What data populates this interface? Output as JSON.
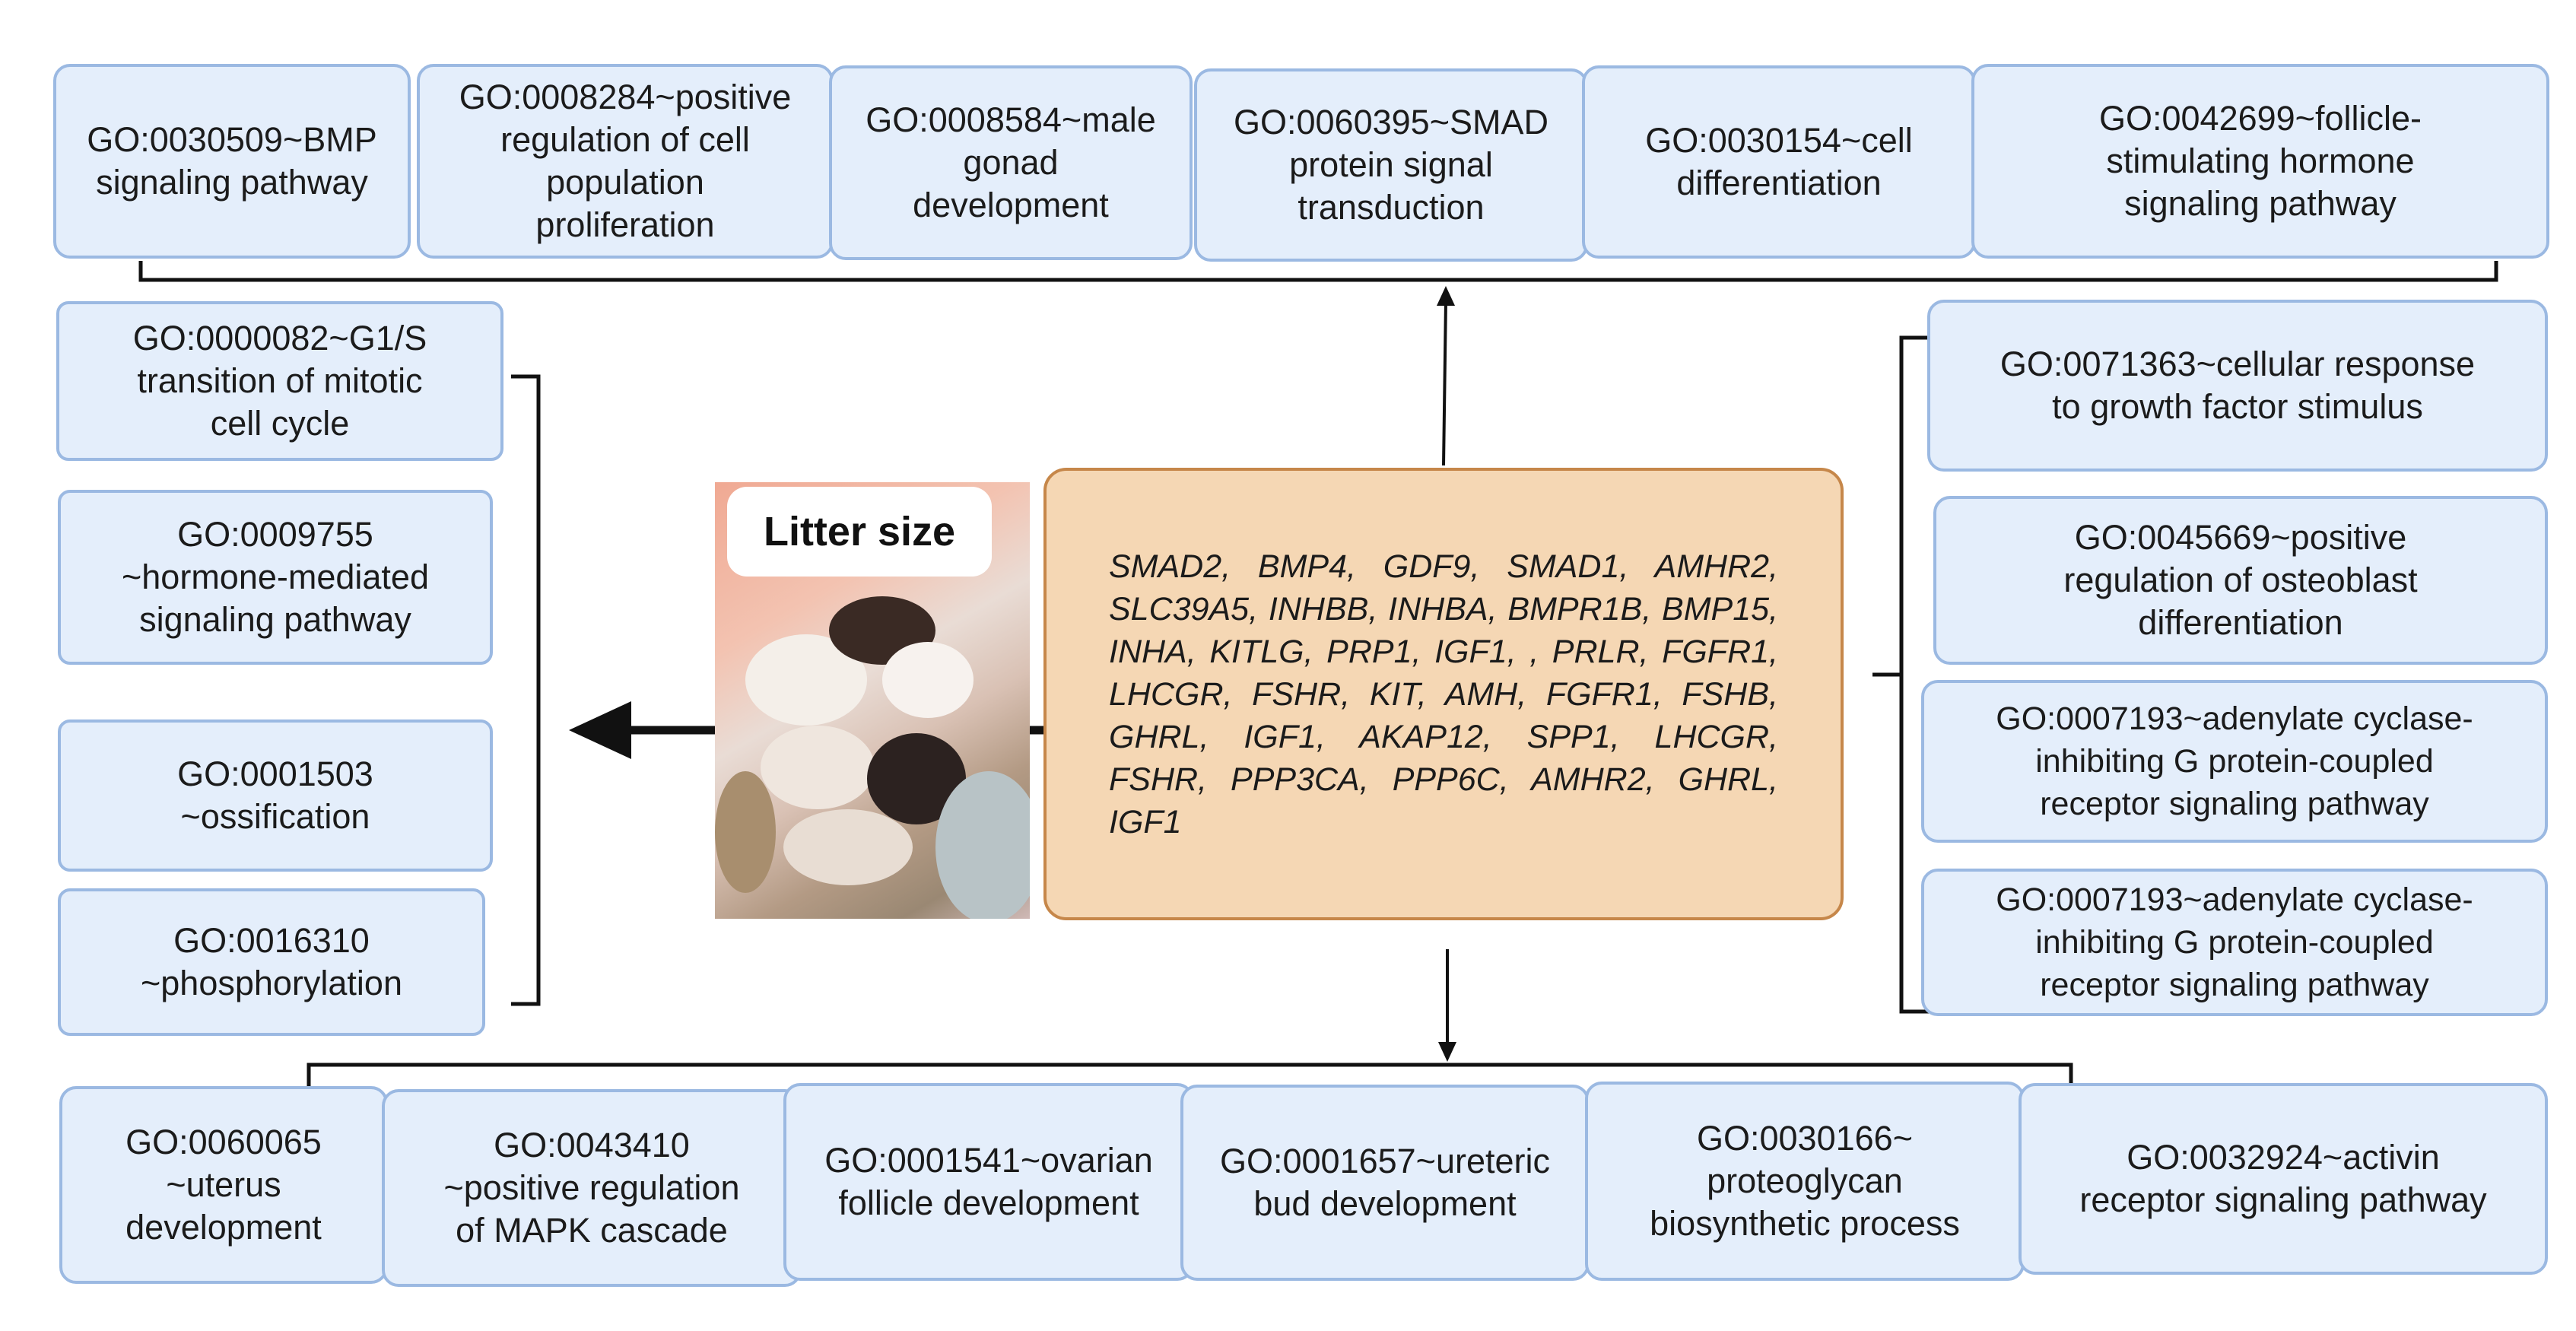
{
  "center": {
    "photo_label": "Litter size",
    "genes": "SMAD2, BMP4, GDF9, SMAD1, AMHR2, SLC39A5, INHBB, INHBA, BMPR1B, BMP15, INHA, KITLG, PRP1, IGF1, , PRLR, FGFR1, LHCGR, FSHR, KIT, AMH, FGFR1, FSHB, GHRL, IGF1, AKAP12, SPP1, LHCGR, FSHR, PPP3CA, PPP6C, AMHR2, GHRL, IGF1"
  },
  "top_terms": [
    [
      "GO:0030509~BMP",
      "signaling pathway"
    ],
    [
      "GO:0008284~positive",
      "regulation of cell",
      "population",
      "proliferation"
    ],
    [
      "GO:0008584~male",
      "gonad",
      "development"
    ],
    [
      "GO:0060395~SMAD",
      "protein signal",
      "transduction"
    ],
    [
      "GO:0030154~cell",
      "differentiation"
    ],
    [
      "GO:0042699~follicle-",
      "stimulating hormone",
      "signaling pathway"
    ]
  ],
  "left_terms": [
    [
      "GO:0000082~G1/S",
      "transition of mitotic",
      "cell cycle"
    ],
    [
      "GO:0009755",
      "~hormone-mediated",
      "signaling pathway"
    ],
    [
      "GO:0001503",
      "~ossification"
    ],
    [
      "GO:0016310",
      "~phosphorylation"
    ]
  ],
  "right_terms": [
    [
      "GO:0071363~cellular response",
      "to growth factor stimulus"
    ],
    [
      "GO:0045669~positive",
      "regulation of osteoblast",
      "differentiation"
    ],
    [
      "GO:0007193~adenylate cyclase-",
      "inhibiting G protein-coupled",
      "receptor signaling pathway"
    ],
    [
      "GO:0007193~adenylate cyclase-",
      "inhibiting G protein-coupled",
      "receptor signaling pathway"
    ]
  ],
  "bottom_terms": [
    [
      "GO:0060065",
      "~uterus",
      "development"
    ],
    [
      "GO:0043410",
      "~positive regulation",
      "of MAPK cascade"
    ],
    [
      "GO:0001541~ovarian",
      "follicle development"
    ],
    [
      "GO:0001657~ureteric",
      "bud development"
    ],
    [
      "GO:0030166~",
      "proteoglycan",
      "biosynthetic process"
    ],
    [
      "GO:0032924~activin",
      "receptor signaling pathway"
    ]
  ]
}
